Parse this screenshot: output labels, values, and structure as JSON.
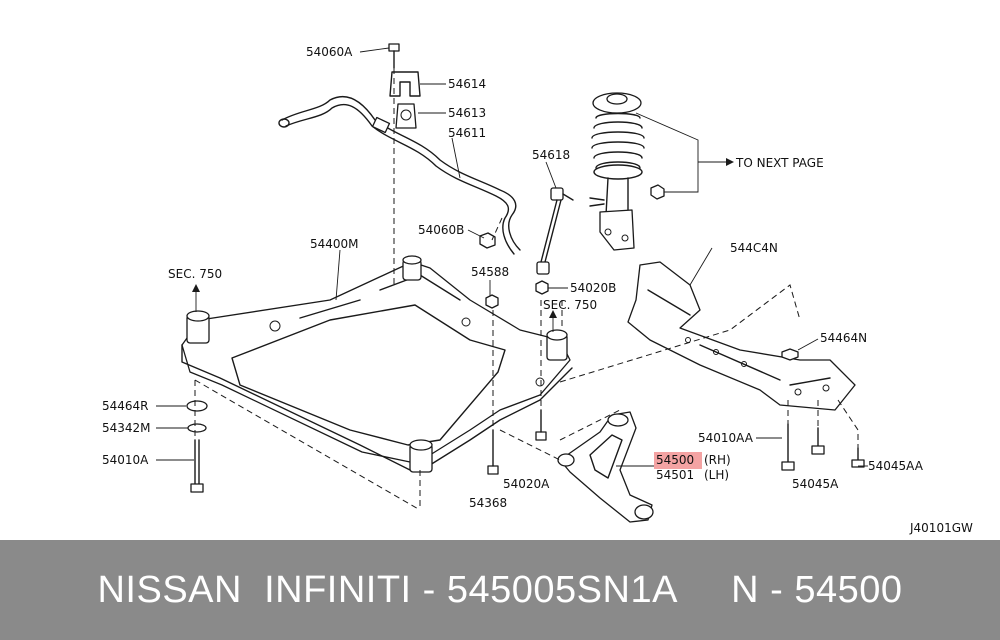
{
  "diagram": {
    "ref_code": "J40101GW",
    "next_page_note": "TO NEXT PAGE",
    "highlight_color": "#f4a3a3",
    "labels": {
      "p54060A": "54060A",
      "p54614": "54614",
      "p54613": "54613",
      "p54611": "54611",
      "p54618": "54618",
      "p54060B": "54060B",
      "p54400M": "54400M",
      "sec750a": "SEC. 750",
      "p54588": "54588",
      "p54020B": "54020B",
      "sec750b": "SEC. 750",
      "p544C4N": "544C4N",
      "p54464N": "54464N",
      "p54464R": "54464R",
      "p54342M": "54342M",
      "p54010A": "54010A",
      "p54010AA": "54010AA",
      "p54500": "54500",
      "p54500_side": "(RH)",
      "p54501": "54501",
      "p54501_side": "(LH)",
      "p54045AA": "54045AA",
      "p54045A": "54045A",
      "p54020A": "54020A",
      "p54368": "54368"
    }
  },
  "footer": {
    "text": "NISSAN  INFINITI - 545005SN1A     N - 54500",
    "background": "#8a8a8a"
  }
}
